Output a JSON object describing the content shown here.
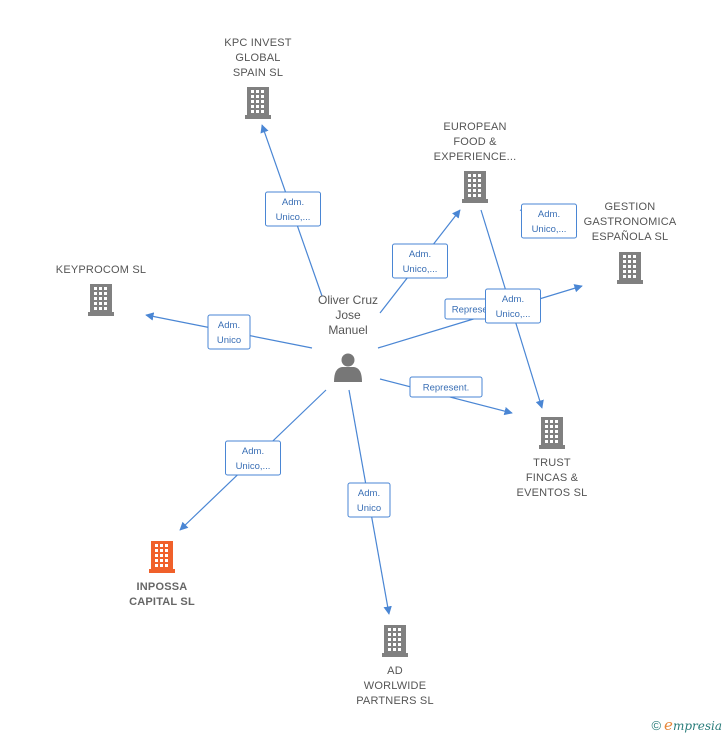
{
  "center": {
    "name_lines": [
      "Oliver Cruz",
      "Jose",
      "Manuel"
    ],
    "icon": "person-icon"
  },
  "nodes": [
    {
      "id": "kpc",
      "lines": [
        "KPC INVEST",
        "GLOBAL",
        "SPAIN  SL"
      ],
      "color": "#808080",
      "highlight": false,
      "icon": "building-icon"
    },
    {
      "id": "european",
      "lines": [
        "EUROPEAN",
        "FOOD &",
        "EXPERIENCE..."
      ],
      "color": "#808080",
      "highlight": false,
      "icon": "building-icon"
    },
    {
      "id": "gestion",
      "lines": [
        "GESTION",
        "GASTRONOMICA",
        "ESPAÑOLA  SL"
      ],
      "color": "#808080",
      "highlight": false,
      "icon": "building-icon"
    },
    {
      "id": "keyprocom",
      "lines": [
        "KEYPROCOM SL"
      ],
      "color": "#808080",
      "highlight": false,
      "icon": "building-icon"
    },
    {
      "id": "trust",
      "lines": [
        "TRUST",
        "FINCAS &",
        "EVENTOS  SL"
      ],
      "color": "#808080",
      "highlight": false,
      "icon": "building-icon"
    },
    {
      "id": "inpossa",
      "lines": [
        "INPOSSA",
        "CAPITAL  SL"
      ],
      "color": "#f0602a",
      "highlight": true,
      "icon": "building-icon"
    },
    {
      "id": "ad",
      "lines": [
        "AD",
        "WORLWIDE",
        "PARTNERS SL"
      ],
      "color": "#808080",
      "highlight": false,
      "icon": "building-icon"
    }
  ],
  "relations": [
    {
      "to": "kpc",
      "lines": [
        "Adm.",
        "Unico,..."
      ]
    },
    {
      "to": "european",
      "lines": [
        "Adm.",
        "Unico,..."
      ]
    },
    {
      "to": "gestion",
      "lines": [
        "Represent."
      ]
    },
    {
      "to": "keyprocom",
      "lines": [
        "Adm.",
        "Unico"
      ]
    },
    {
      "to": "trust",
      "lines": [
        "Represent."
      ]
    },
    {
      "to": "inpossa",
      "lines": [
        "Adm.",
        "Unico,..."
      ]
    },
    {
      "to": "ad",
      "lines": [
        "Adm.",
        "Unico"
      ]
    },
    {
      "from": "european",
      "to": "trust",
      "lines": [
        "Adm.",
        "Unico,..."
      ]
    },
    {
      "from": "european",
      "to": "gestion",
      "lines": [
        "Adm.",
        "Unico,..."
      ]
    }
  ],
  "footer": {
    "copyright": "©",
    "brand_initial": "e",
    "brand_rest": "mpresia"
  }
}
